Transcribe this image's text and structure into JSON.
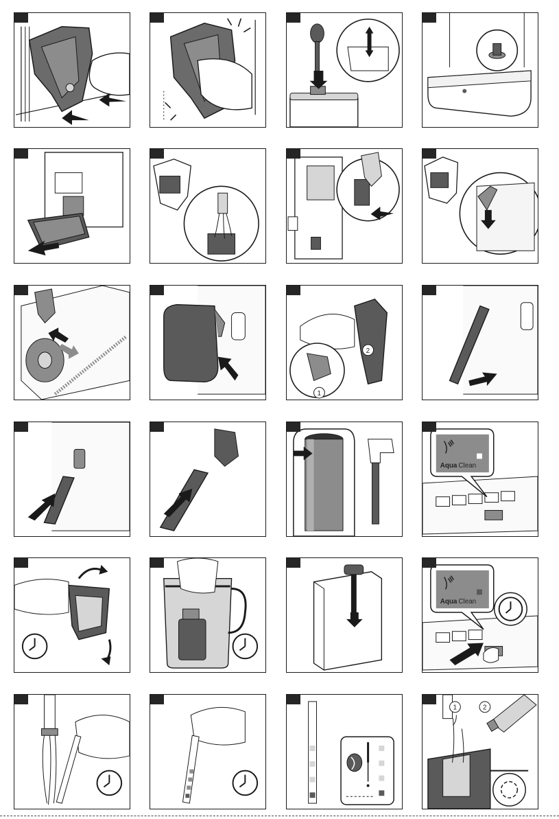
{
  "document": {
    "type": "instruction-illustration-sheet",
    "rows": 6,
    "columns": 4
  },
  "colors": {
    "ink": "#1a1a1a",
    "part_dark": "#5a5a5a",
    "part_mid": "#8c8c8c",
    "part_light": "#d6d6d6",
    "paper": "#ffffff"
  },
  "panels": [
    {
      "name": "brew-group-remove",
      "icons": [
        "hand-icon",
        "brew-group-icon",
        "arrow-icon"
      ]
    },
    {
      "name": "brew-group-insert",
      "icons": [
        "hand-icon",
        "brew-group-icon",
        "click-burst-icon"
      ]
    },
    {
      "name": "coffee-funnel-clean",
      "icons": [
        "spoon-icon",
        "funnel-icon",
        "magnifier-icon"
      ]
    },
    {
      "name": "drip-tray-indicator",
      "icons": [
        "drip-tray-icon",
        "float-icon"
      ]
    },
    {
      "name": "drip-tray-pull-out",
      "icons": [
        "machine-icon",
        "drip-tray-icon",
        "arrow-icon"
      ]
    },
    {
      "name": "brew-group-rinse",
      "icons": [
        "brew-group-icon",
        "water-icon",
        "magnifier-icon"
      ]
    },
    {
      "name": "lubricate-brew-group",
      "icons": [
        "brew-group-icon",
        "lubricant-tube-icon",
        "arrow-icon"
      ]
    },
    {
      "name": "lubricate-rail",
      "icons": [
        "brew-group-icon",
        "lubricant-tube-icon",
        "arrow-icon"
      ]
    },
    {
      "name": "lubricate-interior",
      "icons": [
        "lubricant-tube-icon",
        "arrow-icon"
      ]
    },
    {
      "name": "milk-jug-remove",
      "icons": [
        "milk-carafe-icon",
        "arrow-icon"
      ]
    },
    {
      "name": "milk-jug-clean",
      "icons": [
        "hand-icon",
        "milk-carafe-icon",
        "magnifier-icon"
      ]
    },
    {
      "name": "milk-tube-remove",
      "icons": [
        "milk-tube-icon",
        "arrow-icon"
      ]
    },
    {
      "name": "milk-tube-detach",
      "icons": [
        "milk-tube-icon",
        "arrow-icon"
      ]
    },
    {
      "name": "milk-tube-clean",
      "icons": [
        "milk-tube-icon",
        "arrow-icon"
      ]
    },
    {
      "name": "milk-tube-inspect",
      "icons": [
        "milk-tube-icon",
        "arrow-icon"
      ]
    },
    {
      "name": "aquaclean-display-off",
      "icons": [
        "aquaclean-icon",
        "control-panel-icon"
      ]
    },
    {
      "name": "filter-shake",
      "icons": [
        "hand-icon",
        "water-filter-icon",
        "timer-icon"
      ]
    },
    {
      "name": "filter-soak",
      "icons": [
        "hand-icon",
        "water-filter-icon",
        "jug-icon",
        "timer-icon"
      ]
    },
    {
      "name": "filter-insert",
      "icons": [
        "water-tank-icon",
        "water-filter-icon",
        "arrow-icon"
      ]
    },
    {
      "name": "aquaclean-activate",
      "icons": [
        "aquaclean-icon",
        "timer-icon",
        "hand-icon"
      ]
    },
    {
      "name": "test-strip-dip",
      "icons": [
        "tap-icon",
        "test-strip-icon",
        "timer-icon"
      ]
    },
    {
      "name": "test-strip-wait",
      "icons": [
        "hand-icon",
        "test-strip-icon",
        "timer-icon"
      ]
    },
    {
      "name": "water-hardness-chart",
      "icons": [
        "test-strip-icon",
        "coffee-bean-icon"
      ]
    },
    {
      "name": "water-tank-refill",
      "icons": [
        "tap-icon",
        "bottle-icon",
        "water-tank-icon",
        "recycle-icon"
      ]
    }
  ],
  "labels": {
    "aqua_a": "Aqua",
    "clean_a": "Clean",
    "aqua_b": "Aqua",
    "clean_b": "Clean",
    "step_1": "1",
    "step_2": "2",
    "step_1b": "1",
    "step_2b": "2"
  }
}
